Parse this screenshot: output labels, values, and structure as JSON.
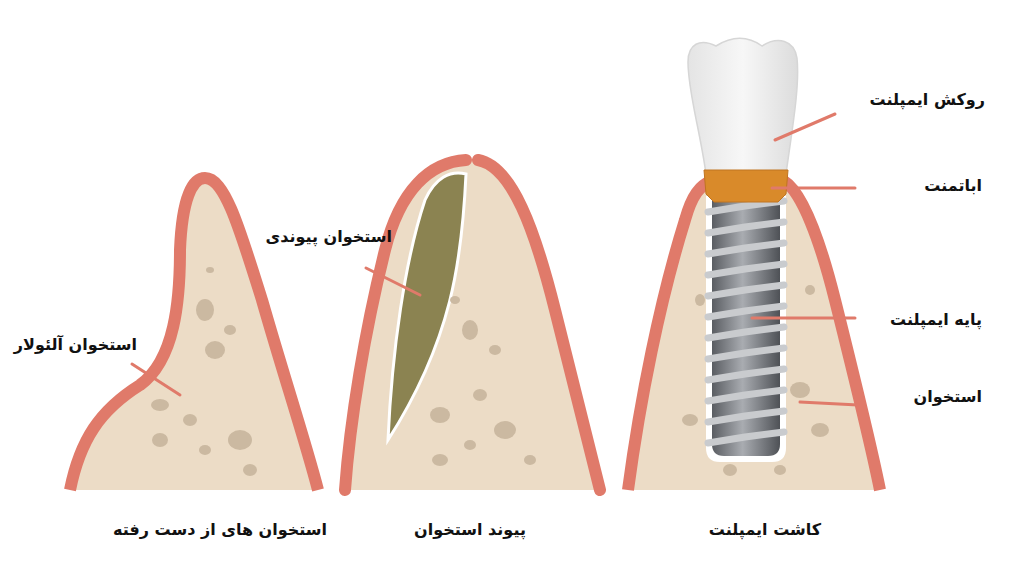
{
  "diagram": {
    "labels": [
      "روکش ایمپلنت",
      "اباتمنت",
      "استخوان پیوندی",
      "پایه ایمپلنت",
      "استخوان آلئولار",
      "استخوان",
      "استخوان های از دست رفته",
      "پیوند استخوان",
      "کاشت ایمپلنت"
    ]
  }
}
